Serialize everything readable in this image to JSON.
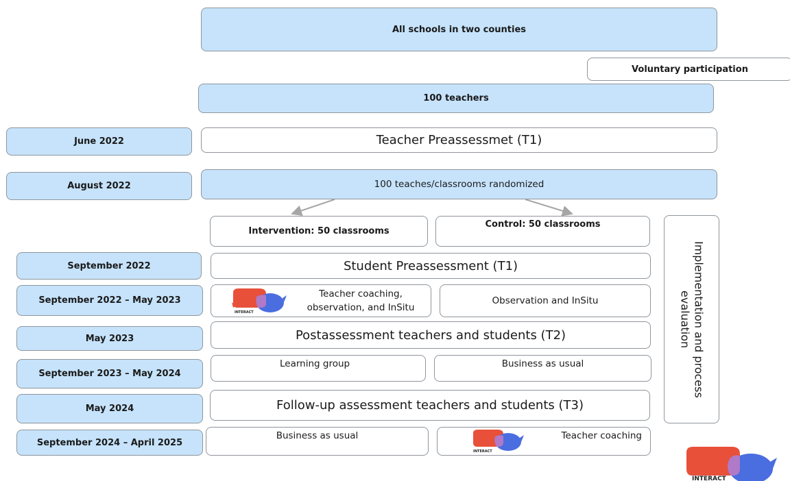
{
  "top": {
    "all_schools": "All schools in two counties",
    "voluntary": "Voluntary participation",
    "teachers": "100 teachers",
    "randomized": "100 teaches/classrooms randomized"
  },
  "dates": {
    "june_2022": "June 2022",
    "august_2022": "August 2022",
    "sep_2022": "September 2022",
    "sep_2022_may_2023": "September 2022 – May 2023",
    "may_2023": "May 2023",
    "sep_2023_may_2024": "September 2023 – May 2024",
    "may_2024": "May 2024",
    "sep_2024_apr_2025": "September 2024 – April 2025"
  },
  "steps": {
    "teacher_preassessment": "Teacher Preassessmet (T1)",
    "intervention": "Intervention: 50 classrooms",
    "control": "Control: 50 classrooms",
    "student_preassessment": "Student Preassessment (T1)",
    "coaching_intervention": "Teacher coaching, observation, and  InSitu",
    "observation_control": "Observation and InSitu",
    "postassessment": "Postassessment teachers and students (T2)",
    "learning_group": "Learning group",
    "business_as_usual_1": "Business as usual",
    "follow_up": "Follow-up assessment teachers and students (T3)",
    "business_as_usual_2": "Business as usual",
    "teacher_coaching": "Teacher coaching"
  },
  "side": {
    "evaluation": "Implementation and process evaluation"
  },
  "logo": {
    "text": "INTERACT",
    "colors": {
      "red": "#e8503a",
      "blue": "#4a6de0",
      "overlap": "#b07ac8"
    }
  },
  "colors": {
    "box_blue": "#c6e3fb",
    "border": "#8e959c",
    "arrow": "#a6a6a6"
  }
}
